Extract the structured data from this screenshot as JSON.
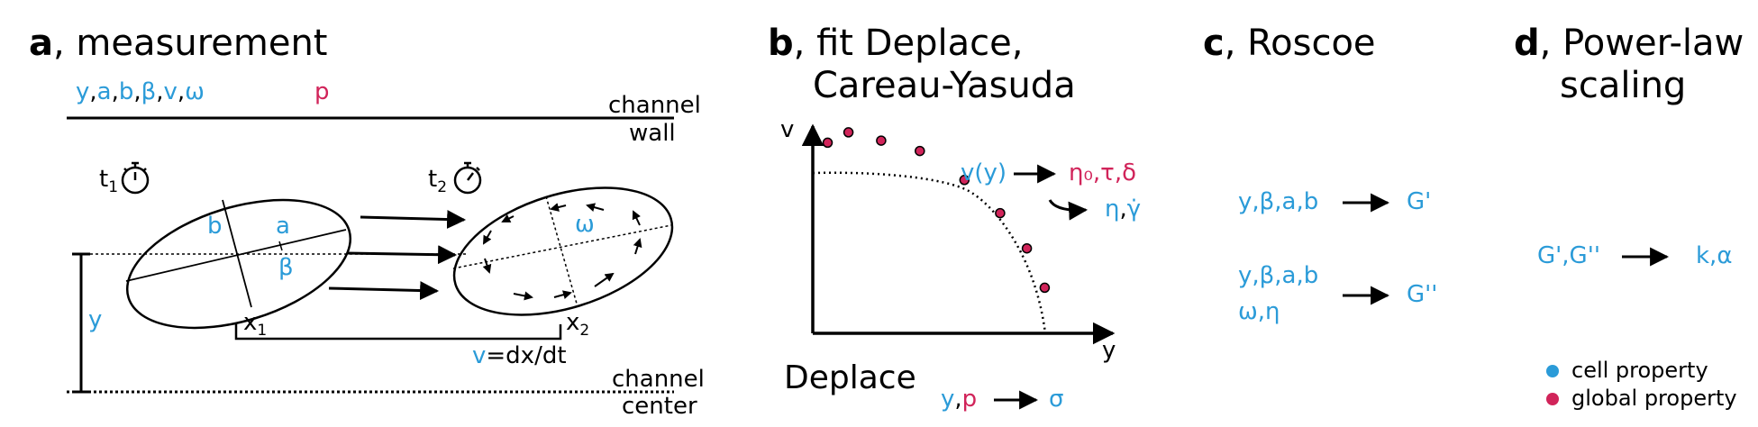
{
  "colors": {
    "cell": "#2b9bd8",
    "global": "#d1245a",
    "ink": "#000000"
  },
  "panel_a": {
    "letter": "a",
    "title": ", measurement",
    "cell_params": [
      "y",
      "a",
      "b",
      "β",
      "v",
      "ω"
    ],
    "global_param": "p",
    "wall_label_1": "channel",
    "wall_label_2": "wall",
    "t1": "t",
    "t1_sub": "1",
    "t2": "t",
    "t2_sub": "2",
    "b": "b",
    "a": "a",
    "beta": "β",
    "omega": "ω",
    "y": "y",
    "x1": "x",
    "x1_sub": "1",
    "x2": "x",
    "x2_sub": "2",
    "v": "v",
    "v_rest": "=dx/dt",
    "center_label_1": "channel",
    "center_label_2": "center",
    "stopwatch_icon": "stopwatch-icon"
  },
  "panel_b": {
    "letter": "b",
    "title_1": ", fit Deplace,",
    "title_2": "Careau-Yasuda",
    "axis_v": "v",
    "axis_y": "y",
    "fit_in_v": "v(",
    "fit_in_y": "y",
    "fit_in_close": ")",
    "fit_out": "η₀,τ,δ",
    "fit_out2_eta": "η",
    "fit_out2_gamma": "γ̇",
    "deplace": "Deplace",
    "deplace_in_y": "y",
    "deplace_in_p": "p",
    "deplace_out": "σ"
  },
  "panel_c": {
    "letter": "c",
    "title": ", Roscoe",
    "row1_in": "y,β,a,b",
    "row1_out": "G'",
    "row2_in_1": "y,β,a,b",
    "row2_in_2": "ω,η",
    "row2_out": "G''"
  },
  "panel_d": {
    "letter": "d",
    "title_1": ", Power-law",
    "title_2": "scaling",
    "row_in": "G',G''",
    "row_out": "k,α"
  },
  "legend": {
    "cell": "cell property",
    "global": "global property"
  },
  "chart_data": {
    "type": "scatter",
    "title": "",
    "xlabel": "y",
    "ylabel": "v",
    "note": "qualitative velocity profile; no numeric axes printed",
    "x": [
      0.05,
      0.12,
      0.23,
      0.36,
      0.51,
      0.63,
      0.72,
      0.78
    ],
    "y": [
      0.92,
      0.97,
      0.93,
      0.88,
      0.74,
      0.58,
      0.41,
      0.22
    ],
    "fit_curve": "dotted"
  }
}
